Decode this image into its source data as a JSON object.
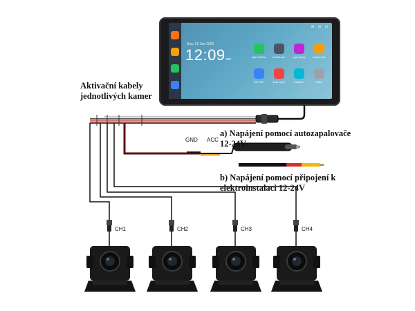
{
  "labels": {
    "activation_line1": "Aktivační kabely",
    "activation_line2": "jednotlivých kamer",
    "option_a_line1": "a) Napájení pomocí autozapalovače",
    "option_a_line2": "12-24V",
    "option_b_line1": "b) Napájení pomocí připojení k",
    "option_b_line2": "elektroinstalaci 12-24V",
    "gnd": "GND",
    "acc": "ACC"
  },
  "screen": {
    "date": "Sun, 01 Jan 2023",
    "time": "12:09",
    "period": "am",
    "apps": [
      {
        "label": "Apple CarPlay",
        "color": "#22c55e",
        "icon": "carplay-icon"
      },
      {
        "label": "Android Auto",
        "color": "#4b5563",
        "icon": "android-auto-icon"
      },
      {
        "label": "Apple Airplay",
        "color": "#c026d3",
        "icon": "airplay-icon"
      },
      {
        "label": "Android Cast",
        "color": "#f59e0b",
        "icon": "cast-icon"
      },
      {
        "label": "Wifi Video",
        "color": "#3b82f6",
        "icon": "wifi-icon"
      },
      {
        "label": "Audio output",
        "color": "#ef4444",
        "icon": "audio-icon"
      },
      {
        "label": "Playback",
        "color": "#06b6d4",
        "icon": "playback-icon"
      },
      {
        "label": "Setting",
        "color": "#9ca3af",
        "icon": "gear-icon"
      }
    ],
    "sidebar_buttons": [
      {
        "color": "#f97316",
        "icon": "home-icon"
      },
      {
        "color": "#f59e0b",
        "icon": "phone-icon"
      },
      {
        "color": "#22c55e",
        "icon": "volume-icon"
      },
      {
        "color": "#3b82f6",
        "icon": "settings-icon"
      }
    ]
  },
  "cameras": [
    {
      "channel": "CH1"
    },
    {
      "channel": "CH2"
    },
    {
      "channel": "CH3"
    },
    {
      "channel": "CH4"
    }
  ],
  "colors": {
    "cable_red": "#c0392b",
    "cable_dark_red": "#5a0f0f",
    "acc_orange": "#f0a030",
    "flag_black": "#111111",
    "flag_red": "#d32f2f",
    "flag_gold": "#f2b705"
  }
}
